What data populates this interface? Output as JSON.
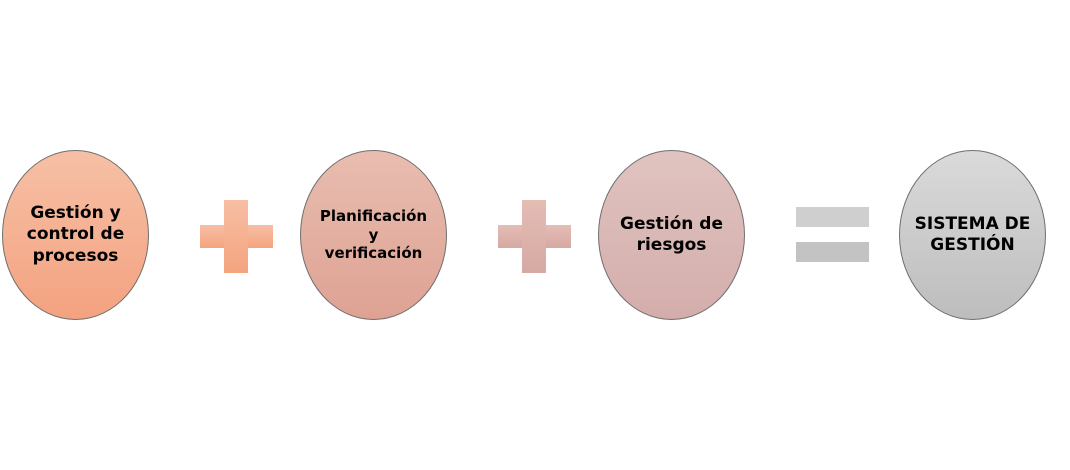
{
  "terms": [
    {
      "label": "Gestión y\ncontrol de\nprocesos"
    },
    {
      "label": "Planificación\ny\nverificación"
    },
    {
      "label": "Gestión de\nriesgos"
    }
  ],
  "result": {
    "label": "SISTEMA DE\nGESTIÓN"
  },
  "operators": {
    "plus": "+",
    "equals": "="
  }
}
